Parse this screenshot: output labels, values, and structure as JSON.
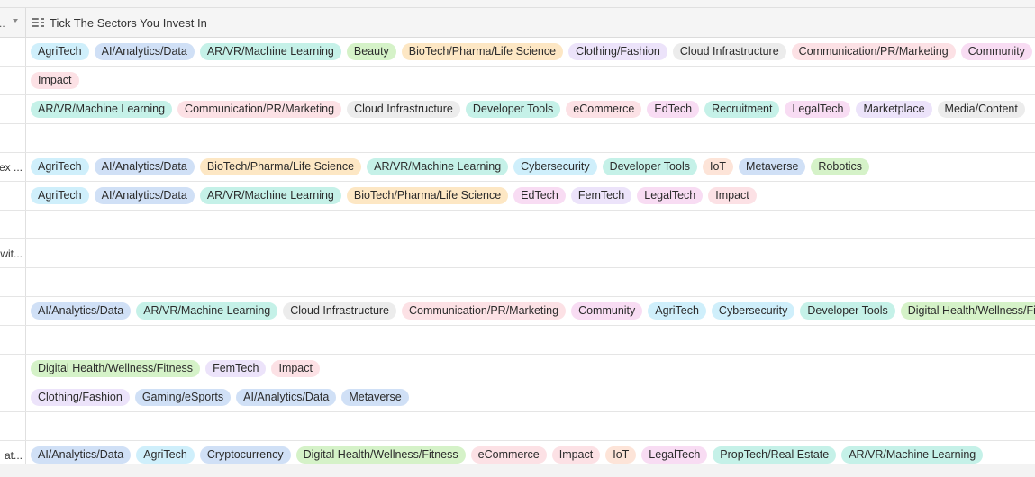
{
  "header": {
    "left_partial": "..",
    "column_title": "Tick The Sectors You Invest In"
  },
  "colors": {
    "AgriTech": "#cfeffb",
    "AI/Analytics/Data": "#d0e0f6",
    "AR/VR/Machine Learning": "#c5f1e8",
    "Beauty": "#d5f2c8",
    "BioTech/Pharma/Life Science": "#fde7c4",
    "Clothing/Fashion": "#ece3fa",
    "Cloud Infrastructure": "#ececec",
    "Communication/PR/Marketing": "#fce1e5",
    "Community": "#f8dcf3",
    "Impact": "#fce1e5",
    "Developer Tools": "#c5f1e8",
    "eCommerce": "#fce1e5",
    "EdTech": "#f8dcf3",
    "Recruitment": "#c5f1e8",
    "LegalTech": "#f8dcf3",
    "Marketplace": "#ece3fa",
    "Media/Content": "#ececec",
    "Cybersecurity": "#cfeffb",
    "IoT": "#fde4d8",
    "Metaverse": "#d0e0f6",
    "Robotics": "#d5f2c8",
    "FemTech": "#ece3fa",
    "Digital Health/Wellness/Fitness": "#d5f2c8",
    "Gaming/eSports": "#d0e0f6",
    "Cryptocurrency": "#d0e0f6",
    "PropTech/Real Estate": "#c5f1e8"
  },
  "rows": [
    {
      "left": "",
      "tags": [
        "AgriTech",
        "AI/Analytics/Data",
        "AR/VR/Machine Learning",
        "Beauty",
        "BioTech/Pharma/Life Science",
        "Clothing/Fashion",
        "Cloud Infrastructure",
        "Communication/PR/Marketing",
        "Community"
      ]
    },
    {
      "left": "",
      "tags": [
        "Impact"
      ]
    },
    {
      "left": "",
      "tags": [
        "AR/VR/Machine Learning",
        "Communication/PR/Marketing",
        "Cloud Infrastructure",
        "Developer Tools",
        "eCommerce",
        "EdTech",
        "Recruitment",
        "LegalTech",
        "Marketplace",
        "Media/Content"
      ]
    },
    {
      "left": "",
      "tags": []
    },
    {
      "left": "ex ...",
      "tags": [
        "AgriTech",
        "AI/Analytics/Data",
        "BioTech/Pharma/Life Science",
        "AR/VR/Machine Learning",
        "Cybersecurity",
        "Developer Tools",
        "IoT",
        "Metaverse",
        "Robotics"
      ]
    },
    {
      "left": "",
      "tags": [
        "AgriTech",
        "AI/Analytics/Data",
        "AR/VR/Machine Learning",
        "BioTech/Pharma/Life Science",
        "EdTech",
        "FemTech",
        "LegalTech",
        "Impact"
      ]
    },
    {
      "left": "",
      "tags": []
    },
    {
      "left": "wit...",
      "tags": []
    },
    {
      "left": "",
      "tags": []
    },
    {
      "left": "",
      "tags": [
        "AI/Analytics/Data",
        "AR/VR/Machine Learning",
        "Cloud Infrastructure",
        "Communication/PR/Marketing",
        "Community",
        "AgriTech",
        "Cybersecurity",
        "Developer Tools",
        "Digital Health/Wellness/Fitness"
      ]
    },
    {
      "left": "",
      "tags": []
    },
    {
      "left": "",
      "tags": [
        "Digital Health/Wellness/Fitness",
        "FemTech",
        "Impact"
      ]
    },
    {
      "left": "",
      "tags": [
        "Clothing/Fashion",
        "Gaming/eSports",
        "AI/Analytics/Data",
        "Metaverse"
      ]
    },
    {
      "left": "",
      "tags": []
    },
    {
      "left": "at...",
      "tags": [
        "AI/Analytics/Data",
        "AgriTech",
        "Cryptocurrency",
        "Digital Health/Wellness/Fitness",
        "eCommerce",
        "Impact",
        "IoT",
        "LegalTech",
        "PropTech/Real Estate",
        "AR/VR/Machine Learning"
      ]
    }
  ]
}
